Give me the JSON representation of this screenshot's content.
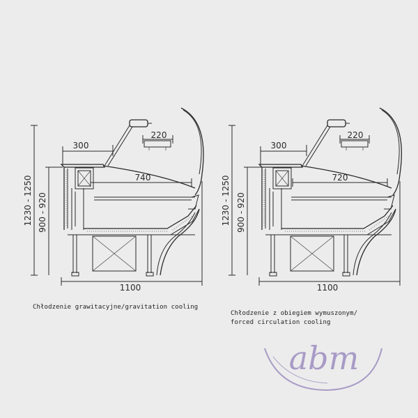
{
  "drawings": [
    {
      "caption": [
        "Chłodzenie grawitacyjne/gravitation cooling"
      ],
      "dims": {
        "total_height": "1230 - 1250",
        "counter_height": "900 - 920",
        "top_width": "300",
        "lamp_width": "220",
        "depth": "740",
        "total_width": "1100"
      }
    },
    {
      "caption": [
        "Chłodzenie z obiegiem wymuszonym/",
        "forced circulation cooling"
      ],
      "dims": {
        "total_height": "1230 - 1250",
        "counter_height": "900 - 920",
        "top_width": "300",
        "lamp_width": "220",
        "depth": "720",
        "total_width": "1100"
      }
    }
  ],
  "logo": {
    "text": "abm",
    "color": "#a89bc6"
  }
}
